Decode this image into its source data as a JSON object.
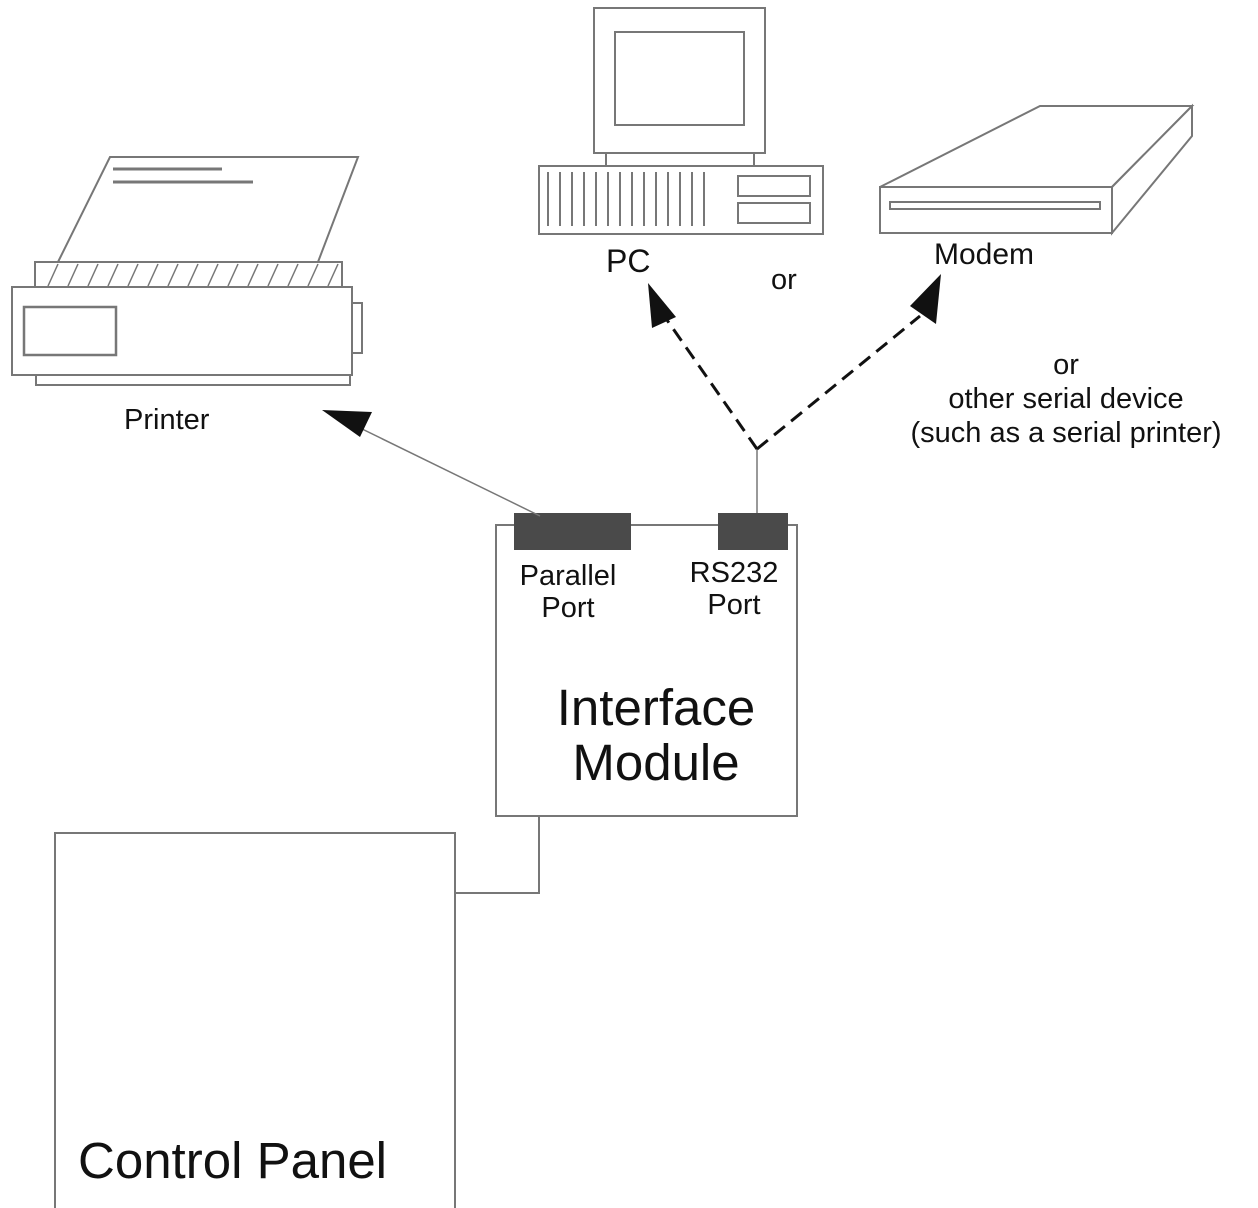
{
  "devices": {
    "printer_label": "Printer",
    "pc_label": "PC",
    "modem_label": "Modem",
    "or_label": "or",
    "other_serial_or": "or",
    "other_serial_line1": "other serial device",
    "other_serial_line2": "(such as a serial printer)"
  },
  "interface_module": {
    "title_line1": "Interface",
    "title_line2": "Module",
    "parallel_port_line1": "Parallel",
    "parallel_port_line2": "Port",
    "rs232_port_line1": "RS232",
    "rs232_port_line2": "Port"
  },
  "control_panel": {
    "title": "Control Panel"
  },
  "colors": {
    "line": "#777777",
    "port_fill": "#4a4a4a",
    "text": "#111111",
    "arrow": "#111111"
  }
}
